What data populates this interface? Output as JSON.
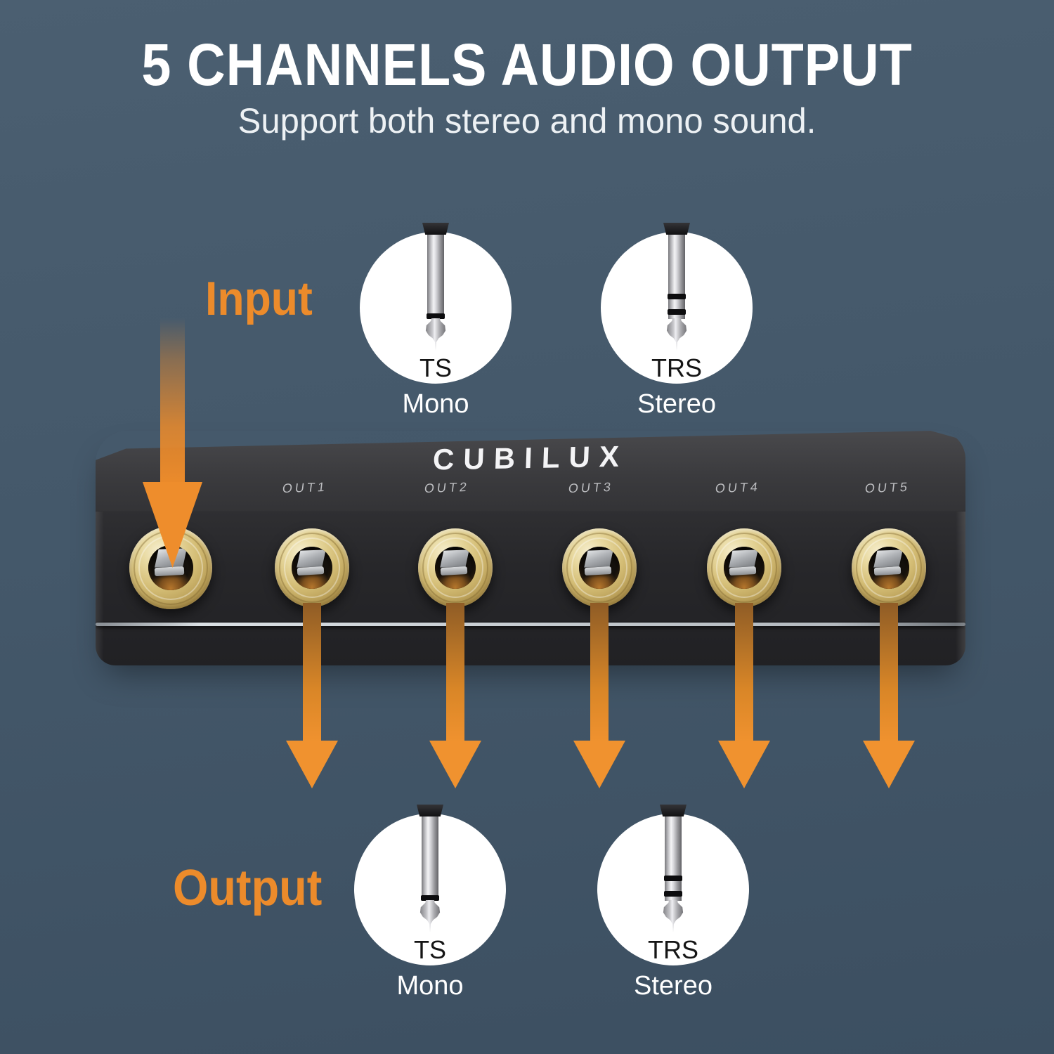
{
  "header": {
    "title": "5 CHANNELS AUDIO OUTPUT",
    "subtitle": "Support both stereo and mono sound."
  },
  "annotations": {
    "input_label": "Input",
    "output_label": "Output"
  },
  "device": {
    "brand": "CUBILUX",
    "ports": [
      "OUT1",
      "OUT2",
      "OUT3",
      "OUT4",
      "OUT5"
    ]
  },
  "connectors": {
    "top": [
      {
        "type": "TS",
        "mode": "Mono"
      },
      {
        "type": "TRS",
        "mode": "Stereo"
      }
    ],
    "bottom": [
      {
        "type": "TS",
        "mode": "Mono"
      },
      {
        "type": "TRS",
        "mode": "Stereo"
      }
    ]
  },
  "colors": {
    "accent_orange": "#EC8B2B",
    "arrow_orange": "#F0922F",
    "background_top": "#4B5F71",
    "background_bottom": "#3C4F61",
    "device_top_face": "#3B3B3E",
    "device_front_face": "#27272A",
    "jack_gold": "#D4BD75",
    "badge_circle": "#FFFFFF",
    "title_text": "#FFFFFF",
    "type_text": "#151515"
  }
}
